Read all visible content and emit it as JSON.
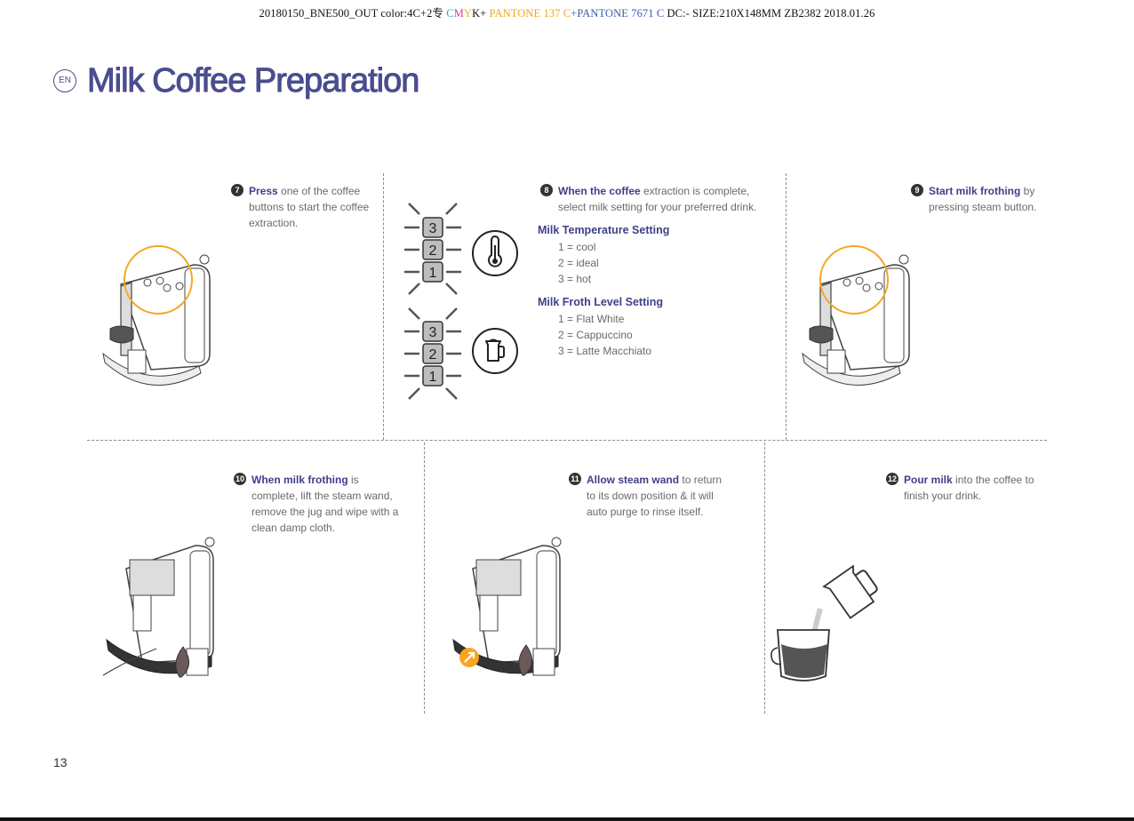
{
  "print_info": {
    "part1": "20180150_BNE500_OUT  color:4C+2专  ",
    "c": "C",
    "m": "M",
    "y": "Y",
    "k": "K+ ",
    "pantone1": "PANTONE 137 C",
    "plus": "+",
    "pantone2": "PANTONE 7671 C",
    "part2": "  DC:-  SIZE:210X148MM  ZB2382  2018.01.26"
  },
  "header": {
    "lang_badge": "EN",
    "title": "Milk Coffee Preparation"
  },
  "steps": {
    "s7": {
      "num": "7",
      "bold": "Press",
      "text": " one of the coffee buttons to start the coffee extraction."
    },
    "s8": {
      "num": "8",
      "bold": "When the coffee",
      "text": " extraction is complete, select milk setting for your preferred drink."
    },
    "s9": {
      "num": "9",
      "bold": "Start milk frothing",
      "text": " by pressing steam button."
    },
    "s10": {
      "num": "10",
      "bold": "When milk frothing",
      "text": " is complete, lift the steam wand, remove the jug and wipe with a clean damp cloth."
    },
    "s11": {
      "num": "11",
      "bold": "Allow steam wand",
      "text": " to return to its down position & it will auto purge to rinse itself."
    },
    "s12": {
      "num": "12",
      "bold": "Pour milk",
      "text": " into the coffee to finish your drink."
    }
  },
  "settings": {
    "temperature": {
      "heading": "Milk Temperature Setting",
      "options": [
        "1 = cool",
        "2 = ideal",
        "3 = hot"
      ]
    },
    "froth": {
      "heading": "Milk Froth Level Setting",
      "options": [
        "1 = Flat White",
        "2 = Cappuccino",
        "3 = Latte Macchiato"
      ]
    }
  },
  "levels": [
    "3",
    "2",
    "1"
  ],
  "icons": {
    "temperature": "thermometer-icon",
    "froth": "milk-jug-icon",
    "purge": "arrow-up-right-icon"
  },
  "colors": {
    "title": "#4a4d8f",
    "highlight_circle": "#f5a623",
    "bold_text": "#3f3f8a"
  },
  "footer": {
    "page_number": "13"
  }
}
